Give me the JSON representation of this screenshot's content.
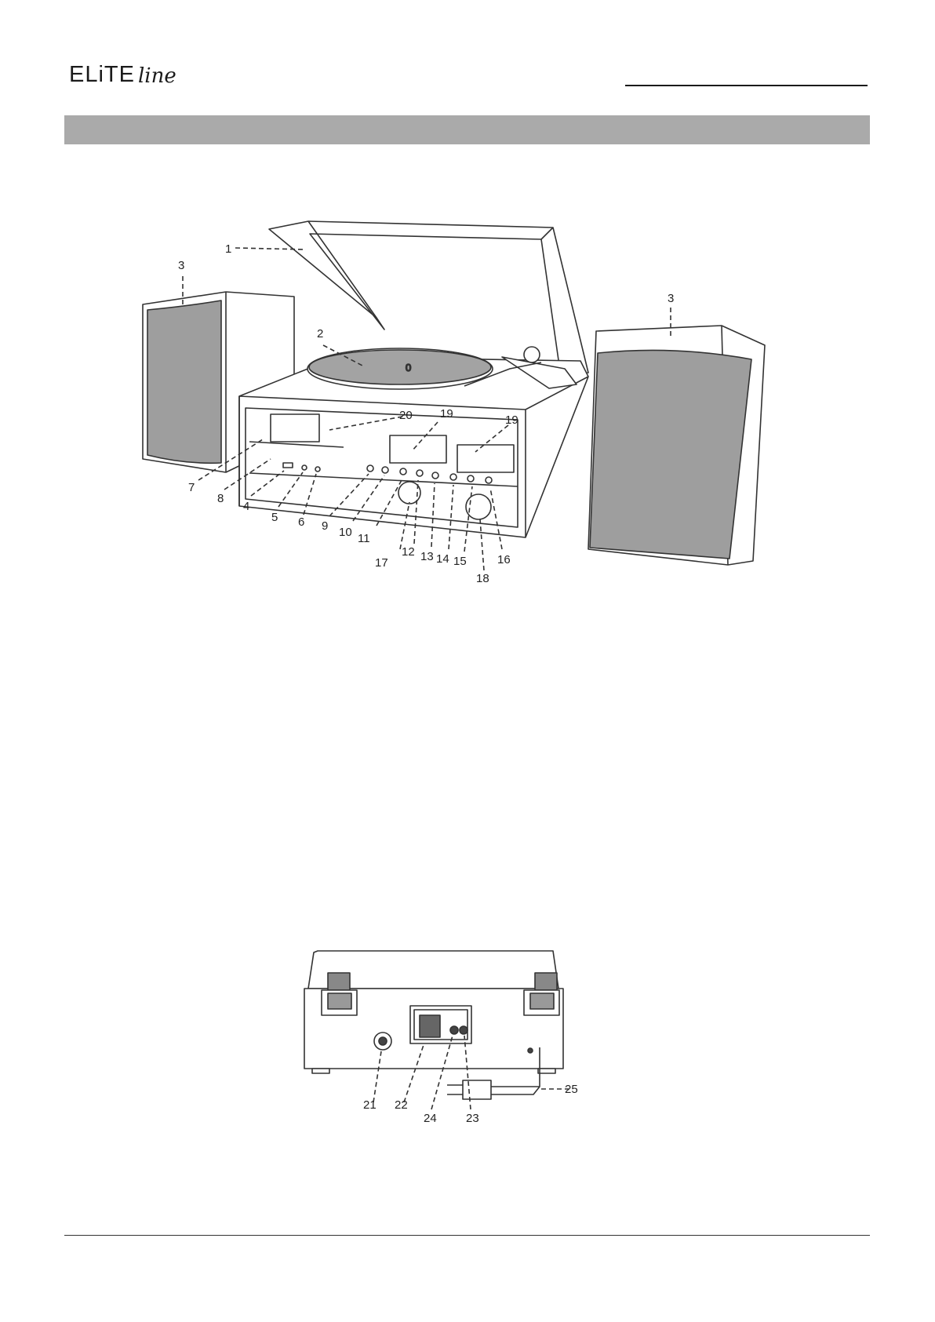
{
  "header": {
    "brand_main": "ELiTE",
    "brand_script": "line"
  },
  "front_view": {
    "callouts": [
      "1",
      "2",
      "3",
      "3",
      "20",
      "19",
      "19",
      "7",
      "8",
      "4",
      "5",
      "6",
      "9",
      "10",
      "11",
      "17",
      "12",
      "13",
      "14",
      "15",
      "18",
      "16"
    ]
  },
  "rear_view": {
    "callouts": [
      "21",
      "22",
      "24",
      "23",
      "25"
    ]
  }
}
